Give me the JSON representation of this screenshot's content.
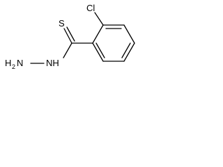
{
  "molecule": {
    "atoms": {
      "chlorine": "Cl",
      "sulfur": "S",
      "amine": "NH",
      "amine_group": {
        "prefix": "H",
        "subscript": "2",
        "suffix": "N"
      }
    }
  }
}
